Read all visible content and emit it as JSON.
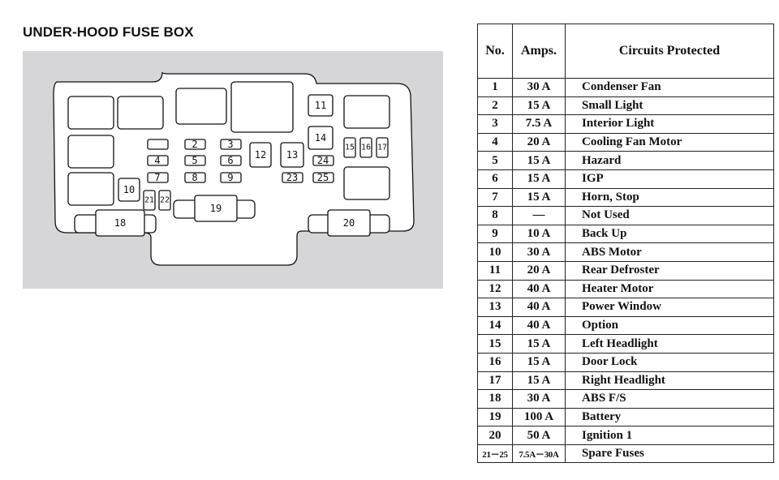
{
  "title": "UNDER-HOOD FUSE BOX",
  "colors": {
    "panel_background": "#d6d6d8",
    "box_fill": "#ffffff",
    "line": "#111111"
  },
  "fuse_labels": {
    "f2": "2",
    "f3": "3",
    "f4": "4",
    "f5": "5",
    "f6": "6",
    "f7": "7",
    "f8": "8",
    "f9": "9",
    "f10": "10",
    "f11": "11",
    "f12": "12",
    "f13": "13",
    "f14": "14",
    "f15": "15",
    "f16": "16",
    "f17": "17",
    "f18": "18",
    "f19": "19",
    "f20": "20",
    "f21": "21",
    "f22": "22",
    "f23": "23",
    "f24": "24",
    "f25": "25"
  },
  "table": {
    "headers": {
      "no": "No.",
      "amps": "Amps.",
      "circuits": "Circuits Protected"
    },
    "rows": [
      {
        "no": "1",
        "amps": "30 A",
        "circuit": "Condenser Fan"
      },
      {
        "no": "2",
        "amps": "15 A",
        "circuit": "Small Light"
      },
      {
        "no": "3",
        "amps": "7.5 A",
        "circuit": "Interior Light"
      },
      {
        "no": "4",
        "amps": "20 A",
        "circuit": "Cooling Fan Motor"
      },
      {
        "no": "5",
        "amps": "15 A",
        "circuit": "Hazard"
      },
      {
        "no": "6",
        "amps": "15 A",
        "circuit": "IGP"
      },
      {
        "no": "7",
        "amps": "15 A",
        "circuit": "Horn, Stop"
      },
      {
        "no": "8",
        "amps": "—",
        "circuit": "Not Used"
      },
      {
        "no": "9",
        "amps": "10 A",
        "circuit": "Back Up"
      },
      {
        "no": "10",
        "amps": "30 A",
        "circuit": "ABS Motor"
      },
      {
        "no": "11",
        "amps": "20 A",
        "circuit": "Rear Defroster"
      },
      {
        "no": "12",
        "amps": "40 A",
        "circuit": "Heater Motor"
      },
      {
        "no": "13",
        "amps": "40 A",
        "circuit": "Power Window"
      },
      {
        "no": "14",
        "amps": "40 A",
        "circuit": "Option"
      },
      {
        "no": "15",
        "amps": "15 A",
        "circuit": "Left Headlight"
      },
      {
        "no": "16",
        "amps": "15 A",
        "circuit": "Door Lock"
      },
      {
        "no": "17",
        "amps": "15 A",
        "circuit": "Right Headlight"
      },
      {
        "no": "18",
        "amps": "30 A",
        "circuit": "ABS F/S"
      },
      {
        "no": "19",
        "amps": "100 A",
        "circuit": "Battery"
      },
      {
        "no": "20",
        "amps": "50 A",
        "circuit": "Ignition 1"
      },
      {
        "no": "21－25",
        "amps": "7.5A－30A",
        "circuit": "Spare Fuses"
      }
    ]
  }
}
